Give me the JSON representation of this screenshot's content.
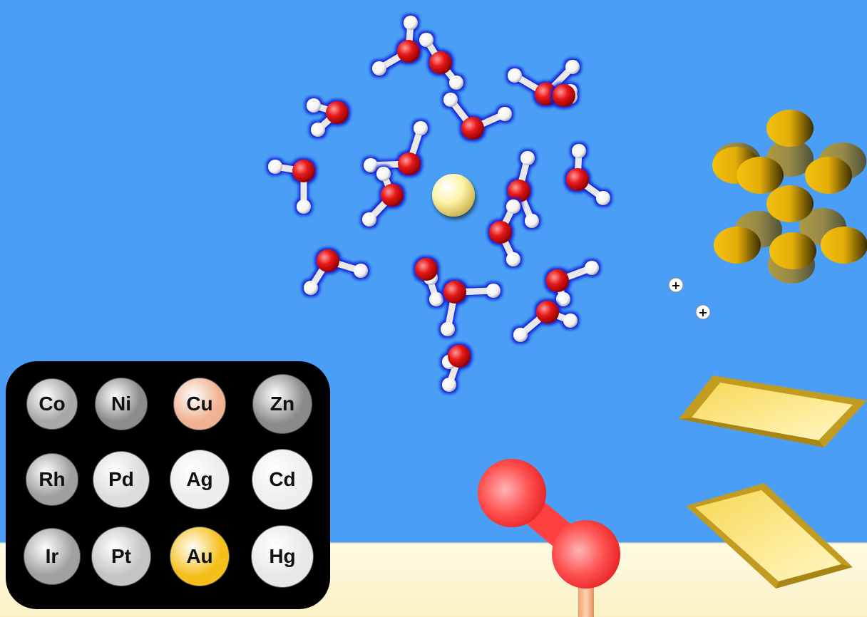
{
  "colors": {
    "background": "#4a9ef5",
    "floor": "#fdf6d6",
    "oxygen": "#e01414",
    "hydrogen": "#ffffff",
    "gold": "#f5c10e",
    "central_ion": "#fff3a8"
  },
  "element_panel": {
    "elements": [
      {
        "symbol": "Co",
        "color": "#a8a8a8"
      },
      {
        "symbol": "Ni",
        "color": "#8c8c8c"
      },
      {
        "symbol": "Cu",
        "color": "#f0b392"
      },
      {
        "symbol": "Zn",
        "color": "#8a8a8a"
      },
      {
        "symbol": "Rh",
        "color": "#9e9e9e"
      },
      {
        "symbol": "Pd",
        "color": "#dcdcdc"
      },
      {
        "symbol": "Ag",
        "color": "#ececec"
      },
      {
        "symbol": "Cd",
        "color": "#eeeeee"
      },
      {
        "symbol": "Ir",
        "color": "#a0a0a0"
      },
      {
        "symbol": "Pt",
        "color": "#c4c4c4"
      },
      {
        "symbol": "Au",
        "color": "#f5bf1a"
      },
      {
        "symbol": "Hg",
        "color": "#e8e8e8"
      }
    ]
  },
  "charges": [
    "+",
    "+"
  ]
}
